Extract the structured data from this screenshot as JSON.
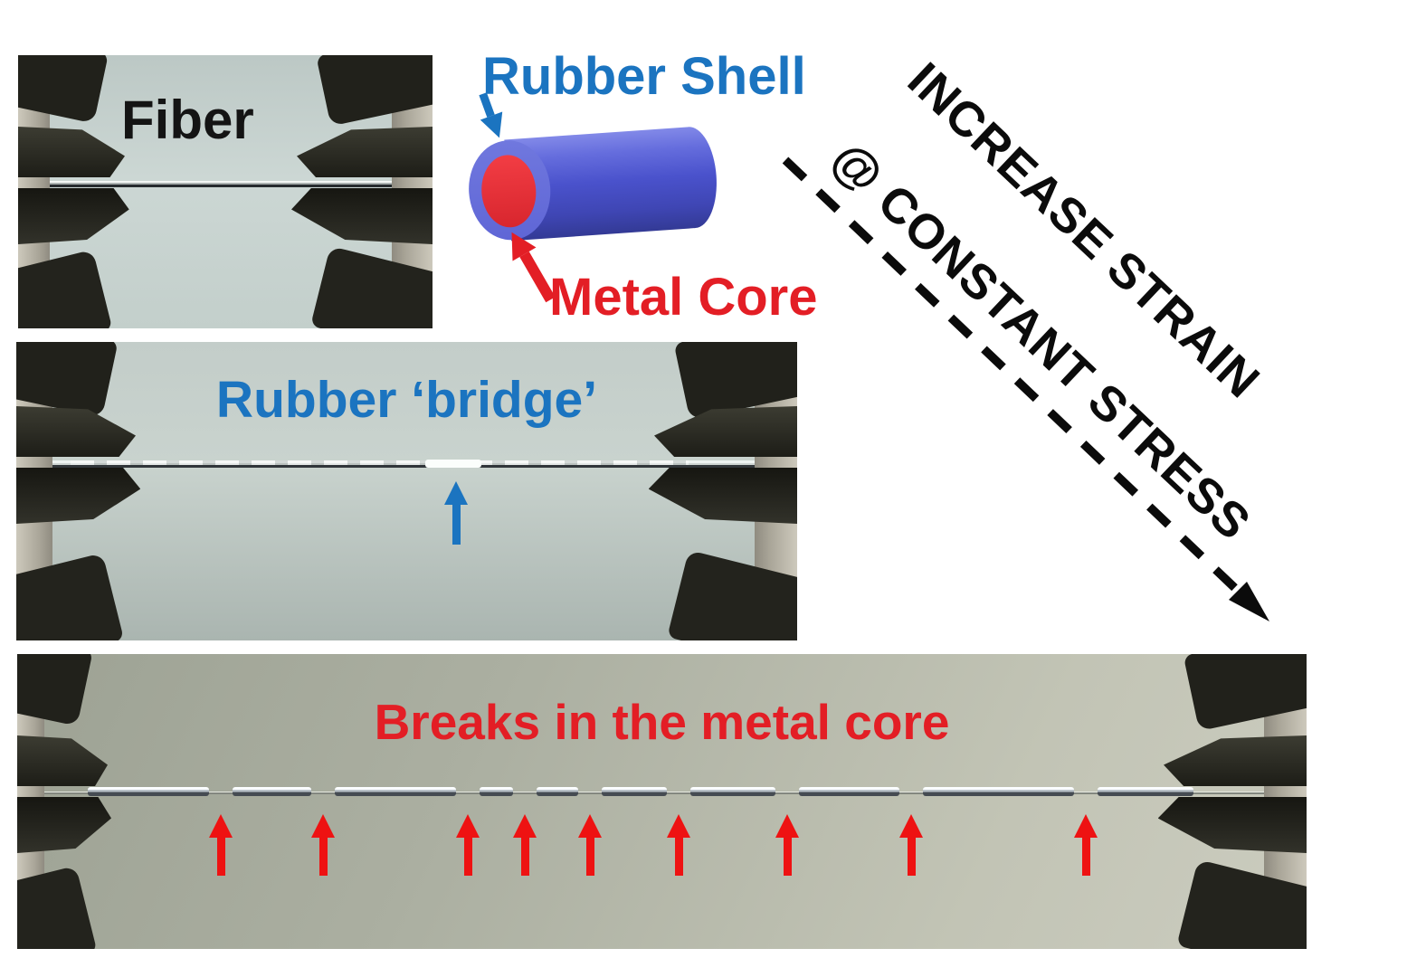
{
  "colors": {
    "blue": "#1b74c0",
    "red": "#e31e25",
    "arrowRed": "#ee1212",
    "ink": "#0b0b0b",
    "cylHi": "#8289e8",
    "cylMain": "#4a52cc",
    "cylLo": "#333a95",
    "cylFace": "#5f66d6",
    "coreRed": "#e93138",
    "coreRedDark": "#d8262e"
  },
  "panels": {
    "fiber": {
      "label": "Fiber"
    },
    "schematic": {
      "shell_label": "Rubber Shell",
      "core_label": "Metal Core"
    },
    "strain_annotation": {
      "line1": "INCREASE STRAIN",
      "line2": "@ CONSTANT STRESS"
    },
    "bridge": {
      "label": "Rubber ‘bridge’"
    },
    "breaks": {
      "label": "Breaks in the metal core",
      "arrow_count": 9,
      "arrow_x_local": [
        225,
        338,
        498,
        561,
        633,
        731,
        851,
        988,
        1181
      ],
      "segment_span_local": [
        78,
        1300
      ]
    }
  }
}
